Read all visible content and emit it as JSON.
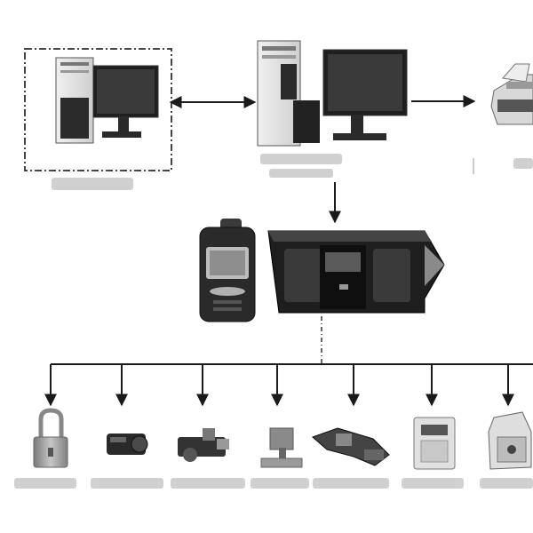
{
  "diagram": {
    "top_row": [
      {
        "id": "client-computer",
        "icon": "desktop-computer-icon",
        "framed": true
      },
      {
        "id": "server-computer",
        "icon": "desktop-computer-icon",
        "framed": false
      },
      {
        "id": "printer",
        "icon": "printer-icon",
        "framed": false
      }
    ],
    "middle_row": [
      {
        "id": "handheld-terminal",
        "icon": "handheld-device-icon"
      },
      {
        "id": "charging-dock",
        "icon": "docking-station-icon"
      }
    ],
    "bottom_row": [
      {
        "id": "padlock",
        "icon": "padlock-icon"
      },
      {
        "id": "cylinder-lock",
        "icon": "cylinder-lock-icon"
      },
      {
        "id": "valve-lock",
        "icon": "valve-lock-icon"
      },
      {
        "id": "bracket-lock",
        "icon": "bracket-lock-icon"
      },
      {
        "id": "handle-lock",
        "icon": "handle-lock-icon"
      },
      {
        "id": "cabinet-lock",
        "icon": "cabinet-lock-icon"
      },
      {
        "id": "box-lock",
        "icon": "box-lock-icon"
      }
    ],
    "connections": [
      {
        "from": "client-computer",
        "to": "server-computer",
        "style": "double-arrow"
      },
      {
        "from": "server-computer",
        "to": "printer",
        "style": "arrow"
      },
      {
        "from": "server-computer",
        "to": "charging-dock",
        "style": "arrow"
      },
      {
        "from": "charging-dock",
        "to": "bus",
        "style": "dashed"
      }
    ],
    "colors": {
      "line": "#1a1a1a",
      "frame": "#444444",
      "device_dark": "#222222",
      "device_light": "#e4e4e4",
      "metal": "#9a9a9a",
      "label_blur": "#c8c8c8"
    }
  }
}
